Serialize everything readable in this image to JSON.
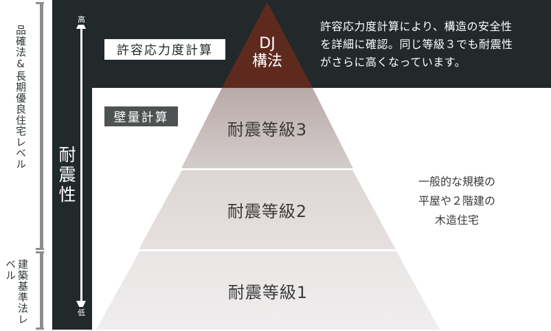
{
  "levels": {
    "upper_label": "品確法&長期優良住宅レベル",
    "lower_label": "建築基準法レベル"
  },
  "axis": {
    "title": "耐震性",
    "high": "高",
    "low": "低"
  },
  "methods": {
    "detailed": "許容応力度計算",
    "wall": "壁量計算"
  },
  "pyramid": {
    "top": "DJ\n構法",
    "tier3": "耐震等級3",
    "tier2": "耐震等級2",
    "tier1": "耐震等級1"
  },
  "description": "許容応力度計算により、構造の安全性\nを詳細に確認。同じ等級３でも耐震性\nがさらに高くなっています。",
  "note": "一般的な規模の\n平屋や２階建の\n木造住宅",
  "colors": {
    "dark_panel": "#22292a",
    "top_tier": "#5e2a1e",
    "tier3": "#c9bfbe",
    "tier2": "#ddd6d4",
    "tier1": "#ece9e8"
  }
}
